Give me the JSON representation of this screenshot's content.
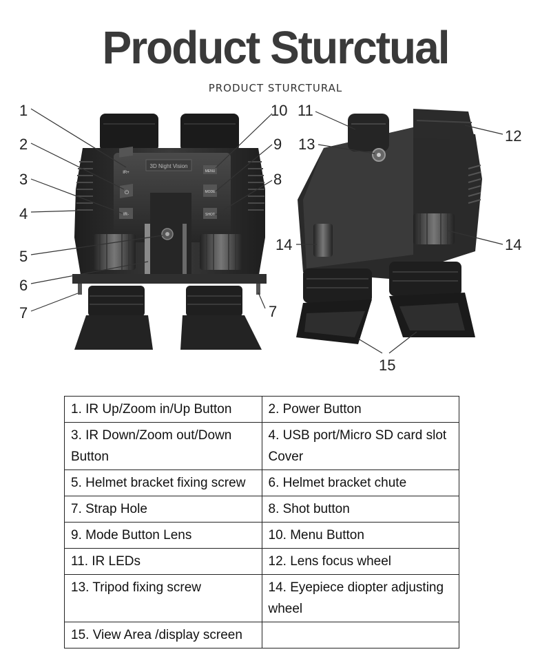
{
  "header": {
    "title": "Product Sturctual",
    "subtitle": "PRODUCT STURCTURAL"
  },
  "device": {
    "screen_label": "3D Night Vision",
    "button_labels": {
      "ir_up": "IR+",
      "power": "⏻",
      "ir_down": "IR-",
      "menu": "MENU",
      "mode": "MODE",
      "shot": "SHOT"
    }
  },
  "callouts": {
    "c1": "1",
    "c2": "2",
    "c3": "3",
    "c4": "4",
    "c5": "5",
    "c6": "6",
    "c7_left": "7",
    "c7_right": "7",
    "c8": "8",
    "c9": "9",
    "c10": "10",
    "c11": "11",
    "c12": "12",
    "c13": "13",
    "c14_left": "14",
    "c14_right": "14",
    "c15": "15"
  },
  "parts_table": [
    [
      "1.  IR Up/Zoom in/Up Button",
      "2.  Power Button"
    ],
    [
      "3.  IR Down/Zoom out/Down Button",
      "4. USB port/Micro SD card slot Cover"
    ],
    [
      "5.  Helmet bracket fixing screw",
      "6.  Helmet bracket chute"
    ],
    [
      "7.  Strap Hole",
      "8.  Shot button"
    ],
    [
      "9.  Mode Button Lens",
      "10.  Menu Button"
    ],
    [
      "11.  IR LEDs",
      "12.  Lens focus wheel"
    ],
    [
      "13.  Tripod fixing screw",
      "14.  Eyepiece diopter adjusting wheel"
    ],
    [
      "15.  View Area /display screen",
      ""
    ]
  ],
  "colors": {
    "body_dark": "#2b2b2b",
    "body_mid": "#3d3d3d",
    "rubber": "#1c1c1c",
    "highlight": "#6a6a6a",
    "title": "#3a3a3a"
  }
}
